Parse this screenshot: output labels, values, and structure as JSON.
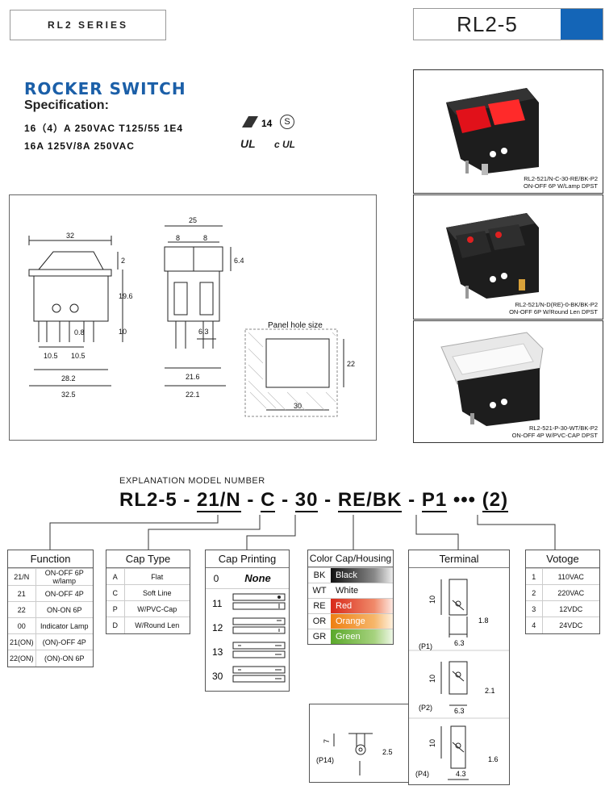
{
  "header": {
    "series": "RL2 SERIES",
    "model": "RL2-5"
  },
  "title": {
    "product": "ROCKER SWITCH",
    "spec_label": "Specification:"
  },
  "spec": {
    "line1": "16（4）A 250VAC T125/55 1E4",
    "line2": "16A 125V/8A 250VAC"
  },
  "certs": {
    "enec": "14",
    "s_mark": "S",
    "ul": "UL",
    "cul": "c UL"
  },
  "photos": [
    {
      "model": "RL2-521/N-C-30-RE/BK-P2",
      "desc": "ON-OFF 6P W/Lamp DPST"
    },
    {
      "model": "RL2-521/N-D(RE)-0-BK/BK-P2",
      "desc": "ON-OFF 6P W/Round Len DPST"
    },
    {
      "model": "RL2-521-P-30-WT/BK-P2",
      "desc": "ON-OFF 4P W/PVC-CAP DPST"
    }
  ],
  "dims": {
    "front_w": "32",
    "rocker_h": "2",
    "body_h": "19.6",
    "pin_h": "10",
    "pin_t": "0.8",
    "pitch_a": "10.5",
    "pitch_b": "10.5",
    "body_w": "28.2",
    "flange_w": "32.5",
    "side_w": "25",
    "side_a": "8",
    "side_b": "8",
    "side_top": "6.4",
    "term_w": "6.3",
    "side_body": "21.6",
    "side_base": "22.1",
    "panel_label": "Panel hole size",
    "panel_w": "30",
    "panel_h": "22"
  },
  "explanation": {
    "title": "EXPLANATION MODEL NUMBER",
    "code": [
      "RL2-5",
      "-",
      "21/N",
      "-",
      "C",
      "-",
      "30",
      "-",
      "RE/BK",
      "-",
      "P1",
      "•••",
      "(2)"
    ]
  },
  "function": {
    "title": "Function",
    "rows": [
      {
        "code": "21/N",
        "desc": "ON-OFF 6P w/lamp"
      },
      {
        "code": "21",
        "desc": "ON-OFF  4P"
      },
      {
        "code": "22",
        "desc": "ON-ON  6P"
      },
      {
        "code": "00",
        "desc": "Indicator Lamp"
      },
      {
        "code": "21(ON)",
        "desc": "(ON)-OFF  4P"
      },
      {
        "code": "22(ON)",
        "desc": "(ON)-ON  6P"
      }
    ]
  },
  "cap_type": {
    "title": "Cap Type",
    "rows": [
      {
        "code": "A",
        "desc": "Flat"
      },
      {
        "code": "C",
        "desc": "Soft  Line"
      },
      {
        "code": "P",
        "desc": "W/PVC-Cap"
      },
      {
        "code": "D",
        "desc": "W/Round Len"
      }
    ]
  },
  "cap_printing": {
    "title": "Cap Printing",
    "none_code": "0",
    "none_label": "None",
    "codes": [
      "11",
      "12",
      "13",
      "30"
    ]
  },
  "color": {
    "title": "Color Cap/Housing",
    "rows": [
      {
        "code": "BK",
        "name": "Black",
        "color": "#111111"
      },
      {
        "code": "WT",
        "name": "White",
        "color": "#ffffff"
      },
      {
        "code": "RE",
        "name": "Red",
        "color": "#e03a1e"
      },
      {
        "code": "OR",
        "name": "Orange",
        "color": "#f08c1a"
      },
      {
        "code": "GR",
        "name": "Green",
        "color": "#6fb93a"
      }
    ]
  },
  "terminal": {
    "title": "Terminal",
    "p1": {
      "label": "(P1)",
      "h": "10",
      "hole": "1.8",
      "w": "6.3"
    },
    "p2": {
      "label": "(P2)",
      "h": "10",
      "hole": "2.1",
      "w": "6.3"
    },
    "p14": {
      "label": "(P14)",
      "h": "7",
      "hole": "2.5"
    },
    "p4": {
      "label": "(P4)",
      "h": "10",
      "hole": "1.6",
      "w": "4.3"
    }
  },
  "voltage": {
    "title": "Votoge",
    "rows": [
      {
        "code": "1",
        "desc": "110VAC"
      },
      {
        "code": "2",
        "desc": "220VAC"
      },
      {
        "code": "3",
        "desc": "12VDC"
      },
      {
        "code": "4",
        "desc": "24VDC"
      }
    ]
  }
}
